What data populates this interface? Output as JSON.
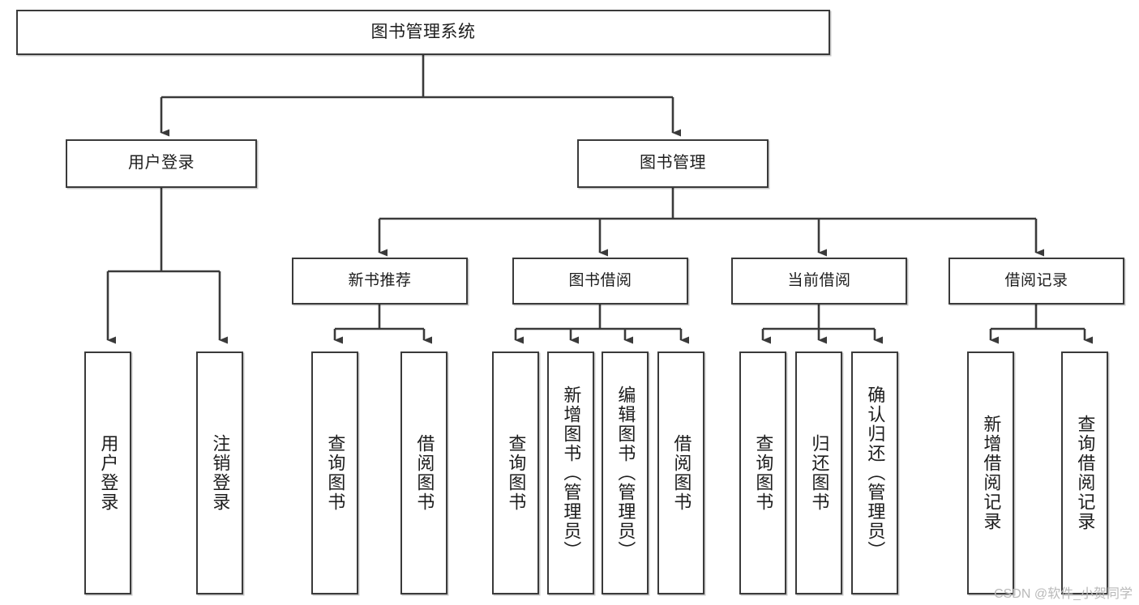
{
  "diagram": {
    "title": "图书管理系统",
    "type": "tree",
    "orientation": "top-down",
    "colors": {
      "box_border": "#3a3a3a",
      "box_fill": "#ffffff",
      "connector": "#3a3a3a",
      "text": "#1d1d1d",
      "watermark": "#b9b9b9"
    },
    "levels": {
      "root": {
        "label": "图书管理系统"
      },
      "level2": [
        {
          "id": "user-login",
          "label": "用户登录"
        },
        {
          "id": "book-management",
          "label": "图书管理"
        }
      ],
      "level3": [
        {
          "id": "new-book-recommend",
          "label": "新书推荐",
          "parent": "book-management"
        },
        {
          "id": "book-borrow",
          "label": "图书借阅",
          "parent": "book-management"
        },
        {
          "id": "current-borrow",
          "label": "当前借阅",
          "parent": "book-management"
        },
        {
          "id": "borrow-record",
          "label": "借阅记录",
          "parent": "book-management"
        }
      ],
      "leaves": [
        {
          "id": "leaf-user-login",
          "label": "用户登录",
          "parent": "user-login"
        },
        {
          "id": "leaf-logout",
          "label": "注销登录",
          "parent": "user-login"
        },
        {
          "id": "leaf-query-book-1",
          "label": "查询图书",
          "parent": "new-book-recommend"
        },
        {
          "id": "leaf-borrow-book-1",
          "label": "借阅图书",
          "parent": "new-book-recommend"
        },
        {
          "id": "leaf-query-book-2",
          "label": "查询图书",
          "parent": "book-borrow"
        },
        {
          "id": "leaf-add-book",
          "label": "新增图书（管理员）",
          "parent": "book-borrow"
        },
        {
          "id": "leaf-edit-book",
          "label": "编辑图书（管理员）",
          "parent": "book-borrow"
        },
        {
          "id": "leaf-borrow-book-2",
          "label": "借阅图书",
          "parent": "book-borrow"
        },
        {
          "id": "leaf-query-book-3",
          "label": "查询图书",
          "parent": "current-borrow"
        },
        {
          "id": "leaf-return-book",
          "label": "归还图书",
          "parent": "current-borrow"
        },
        {
          "id": "leaf-confirm-return",
          "label": "确认归还（管理员）",
          "parent": "current-borrow"
        },
        {
          "id": "leaf-add-record",
          "label": "新增借阅记录",
          "parent": "borrow-record"
        },
        {
          "id": "leaf-query-record",
          "label": "查询借阅记录",
          "parent": "borrow-record"
        }
      ]
    }
  },
  "watermark": {
    "text": "CSDN @软件_小贺同学"
  }
}
